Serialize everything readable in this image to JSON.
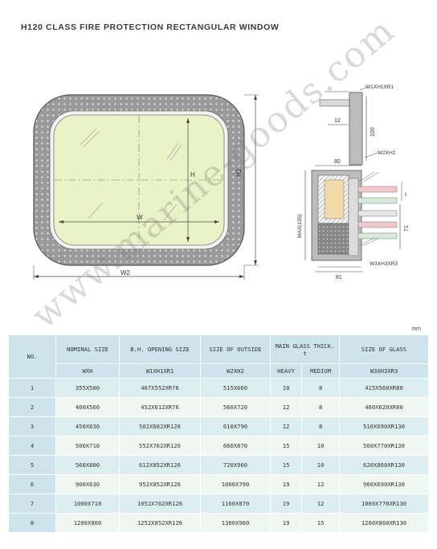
{
  "title": "H120 CLASS FIRE PROTECTION RECTANGULAR WINDOW",
  "drawing_labels": {
    "w": "W",
    "h": "H",
    "w2": "W2",
    "h2": "H2",
    "w1h1r1": "W1XH1XR1",
    "dim_12": "12",
    "dim_100": "100",
    "w2xh2": "W2XH2",
    "dim_80": "80",
    "max": "MAX(135)",
    "t": "t",
    "dim_71": "71",
    "w3h3r3": "W3XH3XR3",
    "dim_81": "81"
  },
  "unit": "mm",
  "watermark": "www.marine-goods.com",
  "table": {
    "headers": {
      "no": "NO.",
      "nominal": "NOMINAL SIZE",
      "nominal_sub": "WXH",
      "opening": "B.H. OPENING SIZE",
      "opening_sub": "W1XH1XR1",
      "outside": "SIZE OF OUTSIDE",
      "outside_sub": "W2XH2",
      "thick": "MAIN GLASS THICK.",
      "thick_t": "t",
      "heavy": "HEAVY",
      "medium": "MEDIUM",
      "glass": "SIZE OF GLASS",
      "glass_sub": "W3XH3XR3"
    },
    "rows": [
      {
        "no": "1",
        "nominal": "355X500",
        "opening": "407X552XR76",
        "outside": "515X660",
        "heavy": "10",
        "medium": "8",
        "glass": "415X560XR80"
      },
      {
        "no": "2",
        "nominal": "400X560",
        "opening": "452X612XR76",
        "outside": "560X720",
        "heavy": "12",
        "medium": "8",
        "glass": "460X620XR80"
      },
      {
        "no": "3",
        "nominal": "450X630",
        "opening": "502X682XR126",
        "outside": "610X790",
        "heavy": "12",
        "medium": "8",
        "glass": "510X690XR130"
      },
      {
        "no": "4",
        "nominal": "500X710",
        "opening": "552X762XR126",
        "outside": "660X870",
        "heavy": "15",
        "medium": "10",
        "glass": "560X770XR130"
      },
      {
        "no": "5",
        "nominal": "560X800",
        "opening": "612X852XR126",
        "outside": "720X960",
        "heavy": "15",
        "medium": "10",
        "glass": "620X860XR130"
      },
      {
        "no": "6",
        "nominal": "900X630",
        "opening": "952X852XR126",
        "outside": "1060X790",
        "heavy": "19",
        "medium": "12",
        "glass": "960X690XR130"
      },
      {
        "no": "7",
        "nominal": "1000X710",
        "opening": "1052X762XR126",
        "outside": "1160X870",
        "heavy": "19",
        "medium": "12",
        "glass": "1060X770XR130"
      },
      {
        "no": "8",
        "nominal": "1200X800",
        "opening": "1252X852XR126",
        "outside": "1360X960",
        "heavy": "19",
        "medium": "15",
        "glass": "1260X860XR130"
      }
    ]
  }
}
